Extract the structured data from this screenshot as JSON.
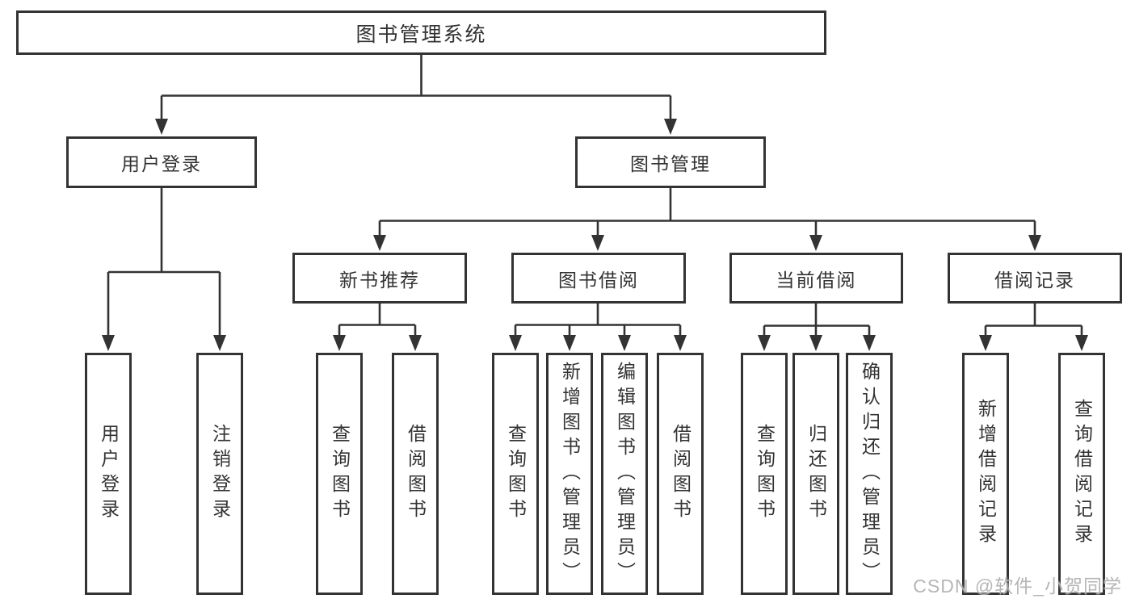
{
  "diagram": {
    "type": "hierarchy-structure-chart",
    "root": {
      "label": "图书管理系统"
    },
    "level2": [
      {
        "label": "用户登录"
      },
      {
        "label": "图书管理"
      }
    ],
    "level3": [
      {
        "label": "新书推荐",
        "parent": "图书管理"
      },
      {
        "label": "图书借阅",
        "parent": "图书管理"
      },
      {
        "label": "当前借阅",
        "parent": "图书管理"
      },
      {
        "label": "借阅记录",
        "parent": "图书管理"
      }
    ],
    "leaves": [
      {
        "label": "用户登录",
        "parent": "用户登录"
      },
      {
        "label": "注销登录",
        "parent": "用户登录"
      },
      {
        "label": "查询图书",
        "parent": "新书推荐"
      },
      {
        "label": "借阅图书",
        "parent": "新书推荐"
      },
      {
        "label": "查询图书",
        "parent": "图书借阅"
      },
      {
        "label": "新增图书（管理员）",
        "parent": "图书借阅"
      },
      {
        "label": "编辑图书（管理员）",
        "parent": "图书借阅"
      },
      {
        "label": "借阅图书",
        "parent": "图书借阅"
      },
      {
        "label": "查询图书",
        "parent": "当前借阅"
      },
      {
        "label": "归还图书",
        "parent": "当前借阅"
      },
      {
        "label": "确认归还（管理员）",
        "parent": "当前借阅"
      },
      {
        "label": "新增借阅记录",
        "parent": "借阅记录"
      },
      {
        "label": "查询借阅记录",
        "parent": "借阅记录"
      }
    ]
  },
  "watermark": "CSDN @软件_小贺同学",
  "colors": {
    "line": "#333333",
    "text": "#333333",
    "background": "#ffffff",
    "watermark": "#b0b0b0"
  }
}
